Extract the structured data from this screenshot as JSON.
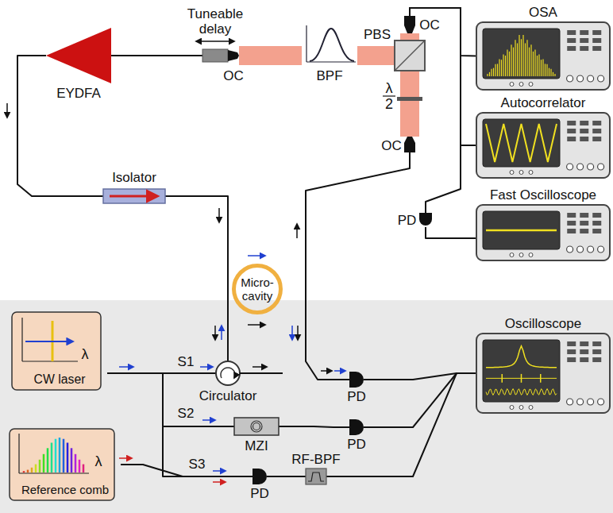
{
  "diagram": {
    "nodes": [
      {
        "text": [
          "Tuneable delay"
        ]
      },
      {
        "text": [
          "EYDFA"
        ]
      },
      {
        "text": [
          "OC"
        ]
      },
      {
        "text": [
          "BPF"
        ]
      },
      {
        "text": [
          "PBS"
        ]
      },
      {
        "text": [
          "OC"
        ]
      },
      {
        "text": [
          "OC"
        ]
      },
      {
        "text": [
          "OSA"
        ]
      },
      {
        "text": [
          "Autocorrelator"
        ]
      },
      {
        "text": [
          "PD"
        ]
      },
      {
        "text": [
          "Fast Oscilloscope"
        ]
      },
      {
        "text": [
          "Isolator"
        ]
      },
      {
        "text": [
          "Micro- cavity"
        ]
      },
      {
        "text": [
          "Circulator"
        ]
      },
      {
        "text": [
          "CW laser"
        ]
      },
      {
        "text": [
          "Reference comb"
        ]
      },
      {
        "text": [
          "MZI"
        ]
      },
      {
        "text": [
          "PD"
        ]
      },
      {
        "text": [
          "PD"
        ]
      },
      {
        "text": [
          "PD"
        ]
      },
      {
        "text": [
          "RF-BPF"
        ]
      },
      {
        "text": [
          "Oscilloscope"
        ]
      }
    ],
    "edges": [
      {
        "from": 0,
        "to": 1,
        "arrow": "none"
      },
      {
        "from": 1,
        "to": 11,
        "arrow": "none"
      },
      {
        "from": 11,
        "to": 13,
        "arrow": "none"
      },
      {
        "from": 14,
        "to": 13,
        "arrow": "none"
      },
      {
        "from": 14,
        "to": 16,
        "arrow": "none"
      },
      {
        "from": 16,
        "to": 18,
        "arrow": "none"
      },
      {
        "from": 14,
        "to": 19,
        "arrow": "none"
      },
      {
        "from": 15,
        "to": 19,
        "arrow": "none"
      },
      {
        "from": 19,
        "to": 20,
        "arrow": "none"
      },
      {
        "from": 20,
        "to": 21,
        "arrow": "none"
      },
      {
        "from": 17,
        "to": 21,
        "arrow": "none"
      },
      {
        "from": 18,
        "to": 21,
        "arrow": "none"
      },
      {
        "from": 6,
        "to": 17,
        "arrow": "none"
      },
      {
        "from": 2,
        "to": 3,
        "arrow": "none"
      },
      {
        "from": 3,
        "to": 4,
        "arrow": "none"
      },
      {
        "from": 4,
        "to": 5,
        "arrow": "none"
      },
      {
        "from": 4,
        "to": 6,
        "arrow": "none"
      },
      {
        "from": 5,
        "to": 7,
        "arrow": "none"
      },
      {
        "from": 5,
        "to": 8,
        "arrow": "none"
      },
      {
        "from": 5,
        "to": 9,
        "arrow": "none"
      },
      {
        "from": 9,
        "to": 10,
        "arrow": "none"
      }
    ],
    "labels": [
      "λ",
      "2",
      "S1",
      "S2",
      "S3",
      "λ",
      "λ"
    ]
  }
}
